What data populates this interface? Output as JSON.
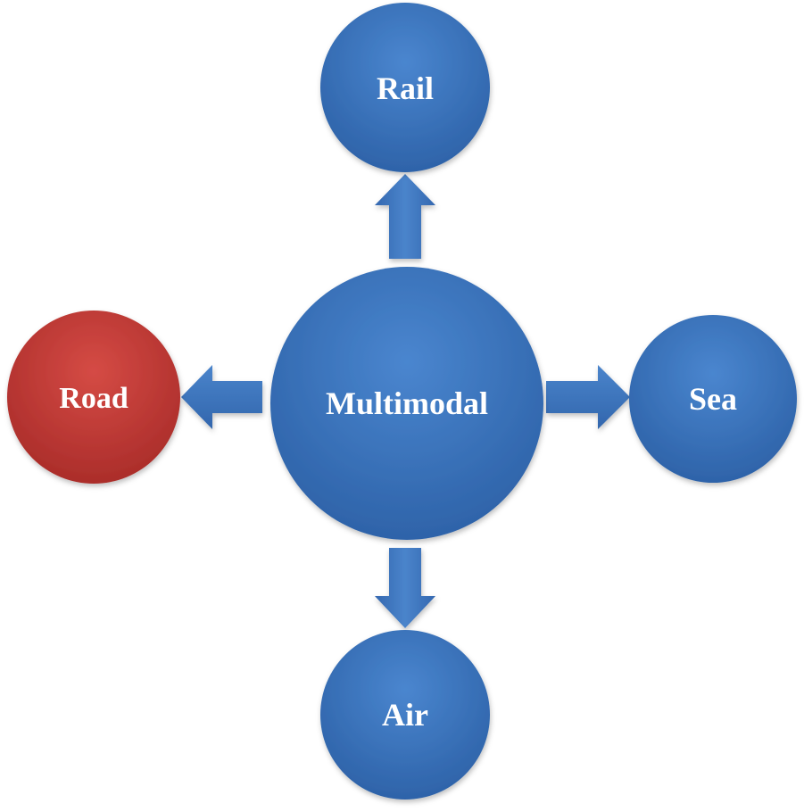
{
  "diagram": {
    "center": {
      "label": "Multimodal",
      "color": "#3a73bd"
    },
    "nodes": {
      "rail": {
        "label": "Rail",
        "color": "#3a73bd"
      },
      "road": {
        "label": "Road",
        "color": "#c23a36"
      },
      "sea": {
        "label": "Sea",
        "color": "#3a73bd"
      },
      "air": {
        "label": "Air",
        "color": "#3a73bd"
      }
    },
    "arrow_color": "#3f77bd"
  }
}
